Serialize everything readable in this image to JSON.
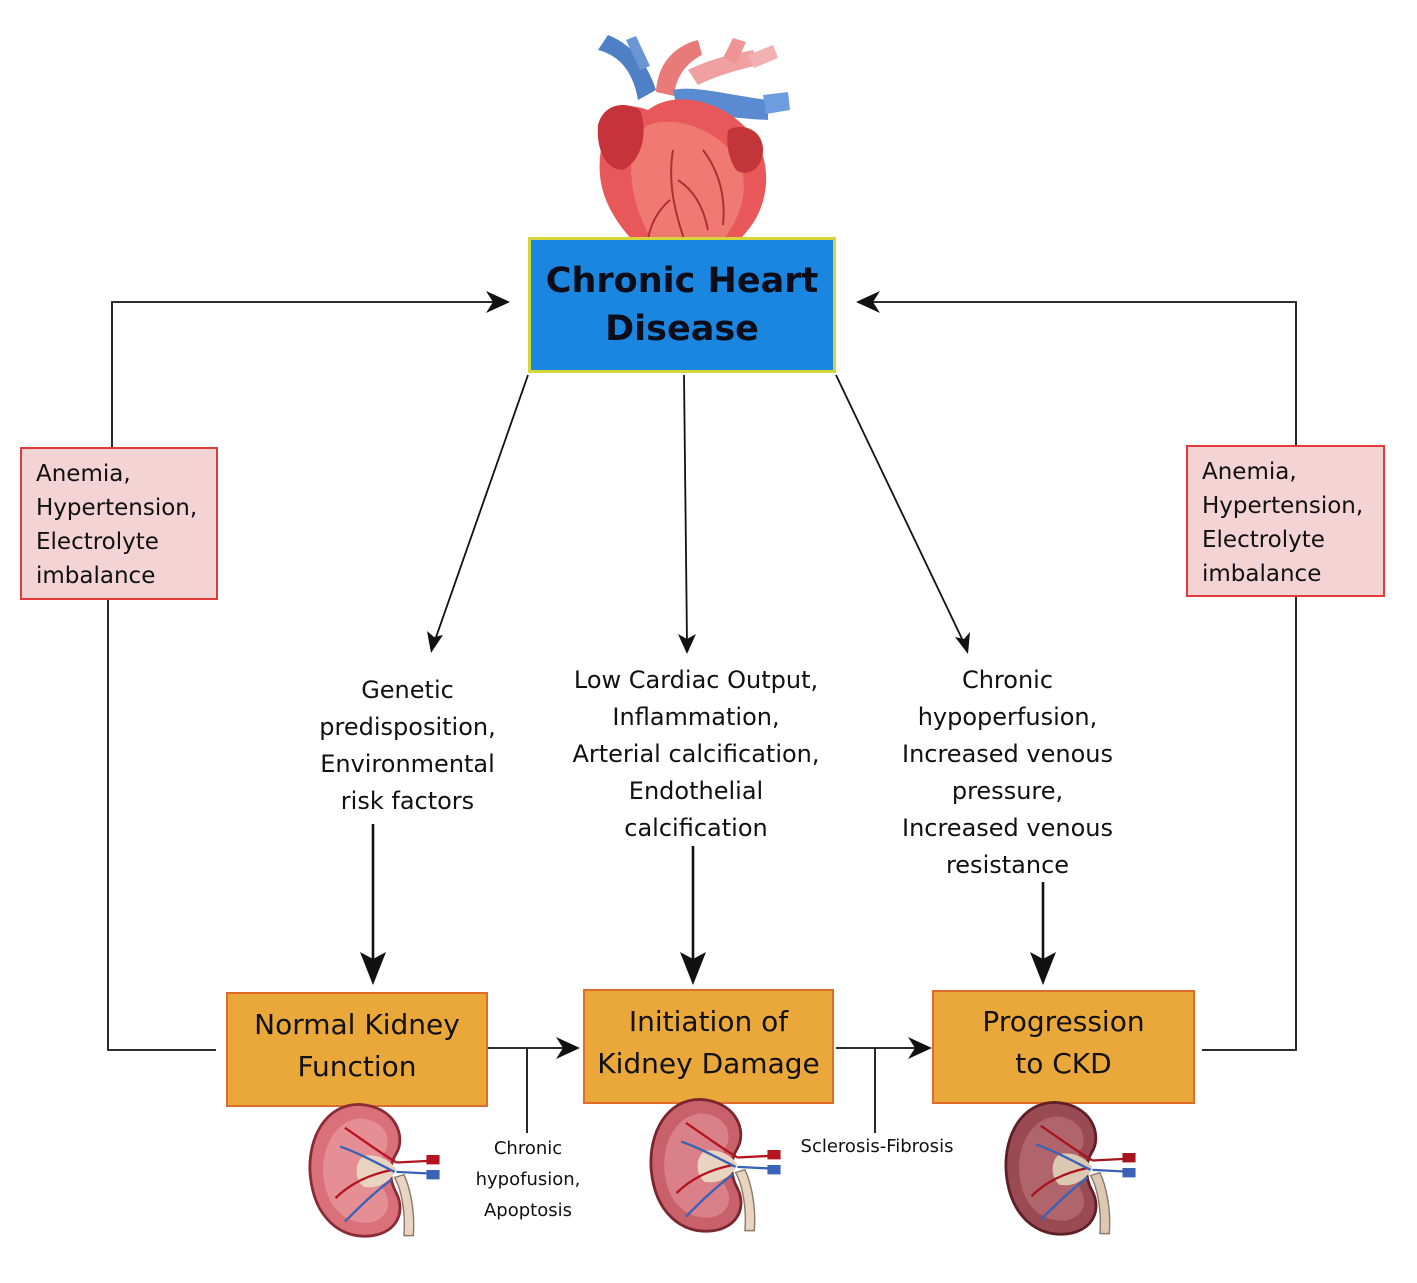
{
  "main_box": {
    "line1": "Chronic Heart",
    "line2": "Disease"
  },
  "left_factor": {
    "lines": [
      "Anemia,",
      "Hypertension,",
      "Electrolyte",
      "imbalance"
    ]
  },
  "right_factor": {
    "lines": [
      "Anemia,",
      "Hypertension,",
      "Electrolyte",
      "imbalance"
    ]
  },
  "mechanisms": {
    "genetic": [
      "Genetic",
      "predisposition,",
      "Environmental",
      "risk factors"
    ],
    "cardiac": [
      "Low Cardiac Output,",
      "Inflammation,",
      "Arterial calcification,",
      "Endothelial",
      "calcification"
    ],
    "perfusion": [
      "Chronic",
      "hypoperfusion,",
      "Increased venous",
      "pressure,",
      "Increased venous",
      "resistance"
    ]
  },
  "stages": {
    "normal": [
      "Normal Kidney",
      "Function"
    ],
    "initiation": [
      "Initiation of",
      "Kidney Damage"
    ],
    "progression": [
      "Progression",
      "to CKD"
    ]
  },
  "transitions": {
    "first": [
      "Chronic",
      "hypofusion,",
      "Apoptosis"
    ],
    "second": "Sclerosis-Fibrosis"
  },
  "colors": {
    "main_box": "#1a86e0",
    "factor_box": "#f3d3d4",
    "factor_border": "#e23a3a",
    "stage_box": "#eaa83a",
    "stage_border": "#e06c2a"
  }
}
